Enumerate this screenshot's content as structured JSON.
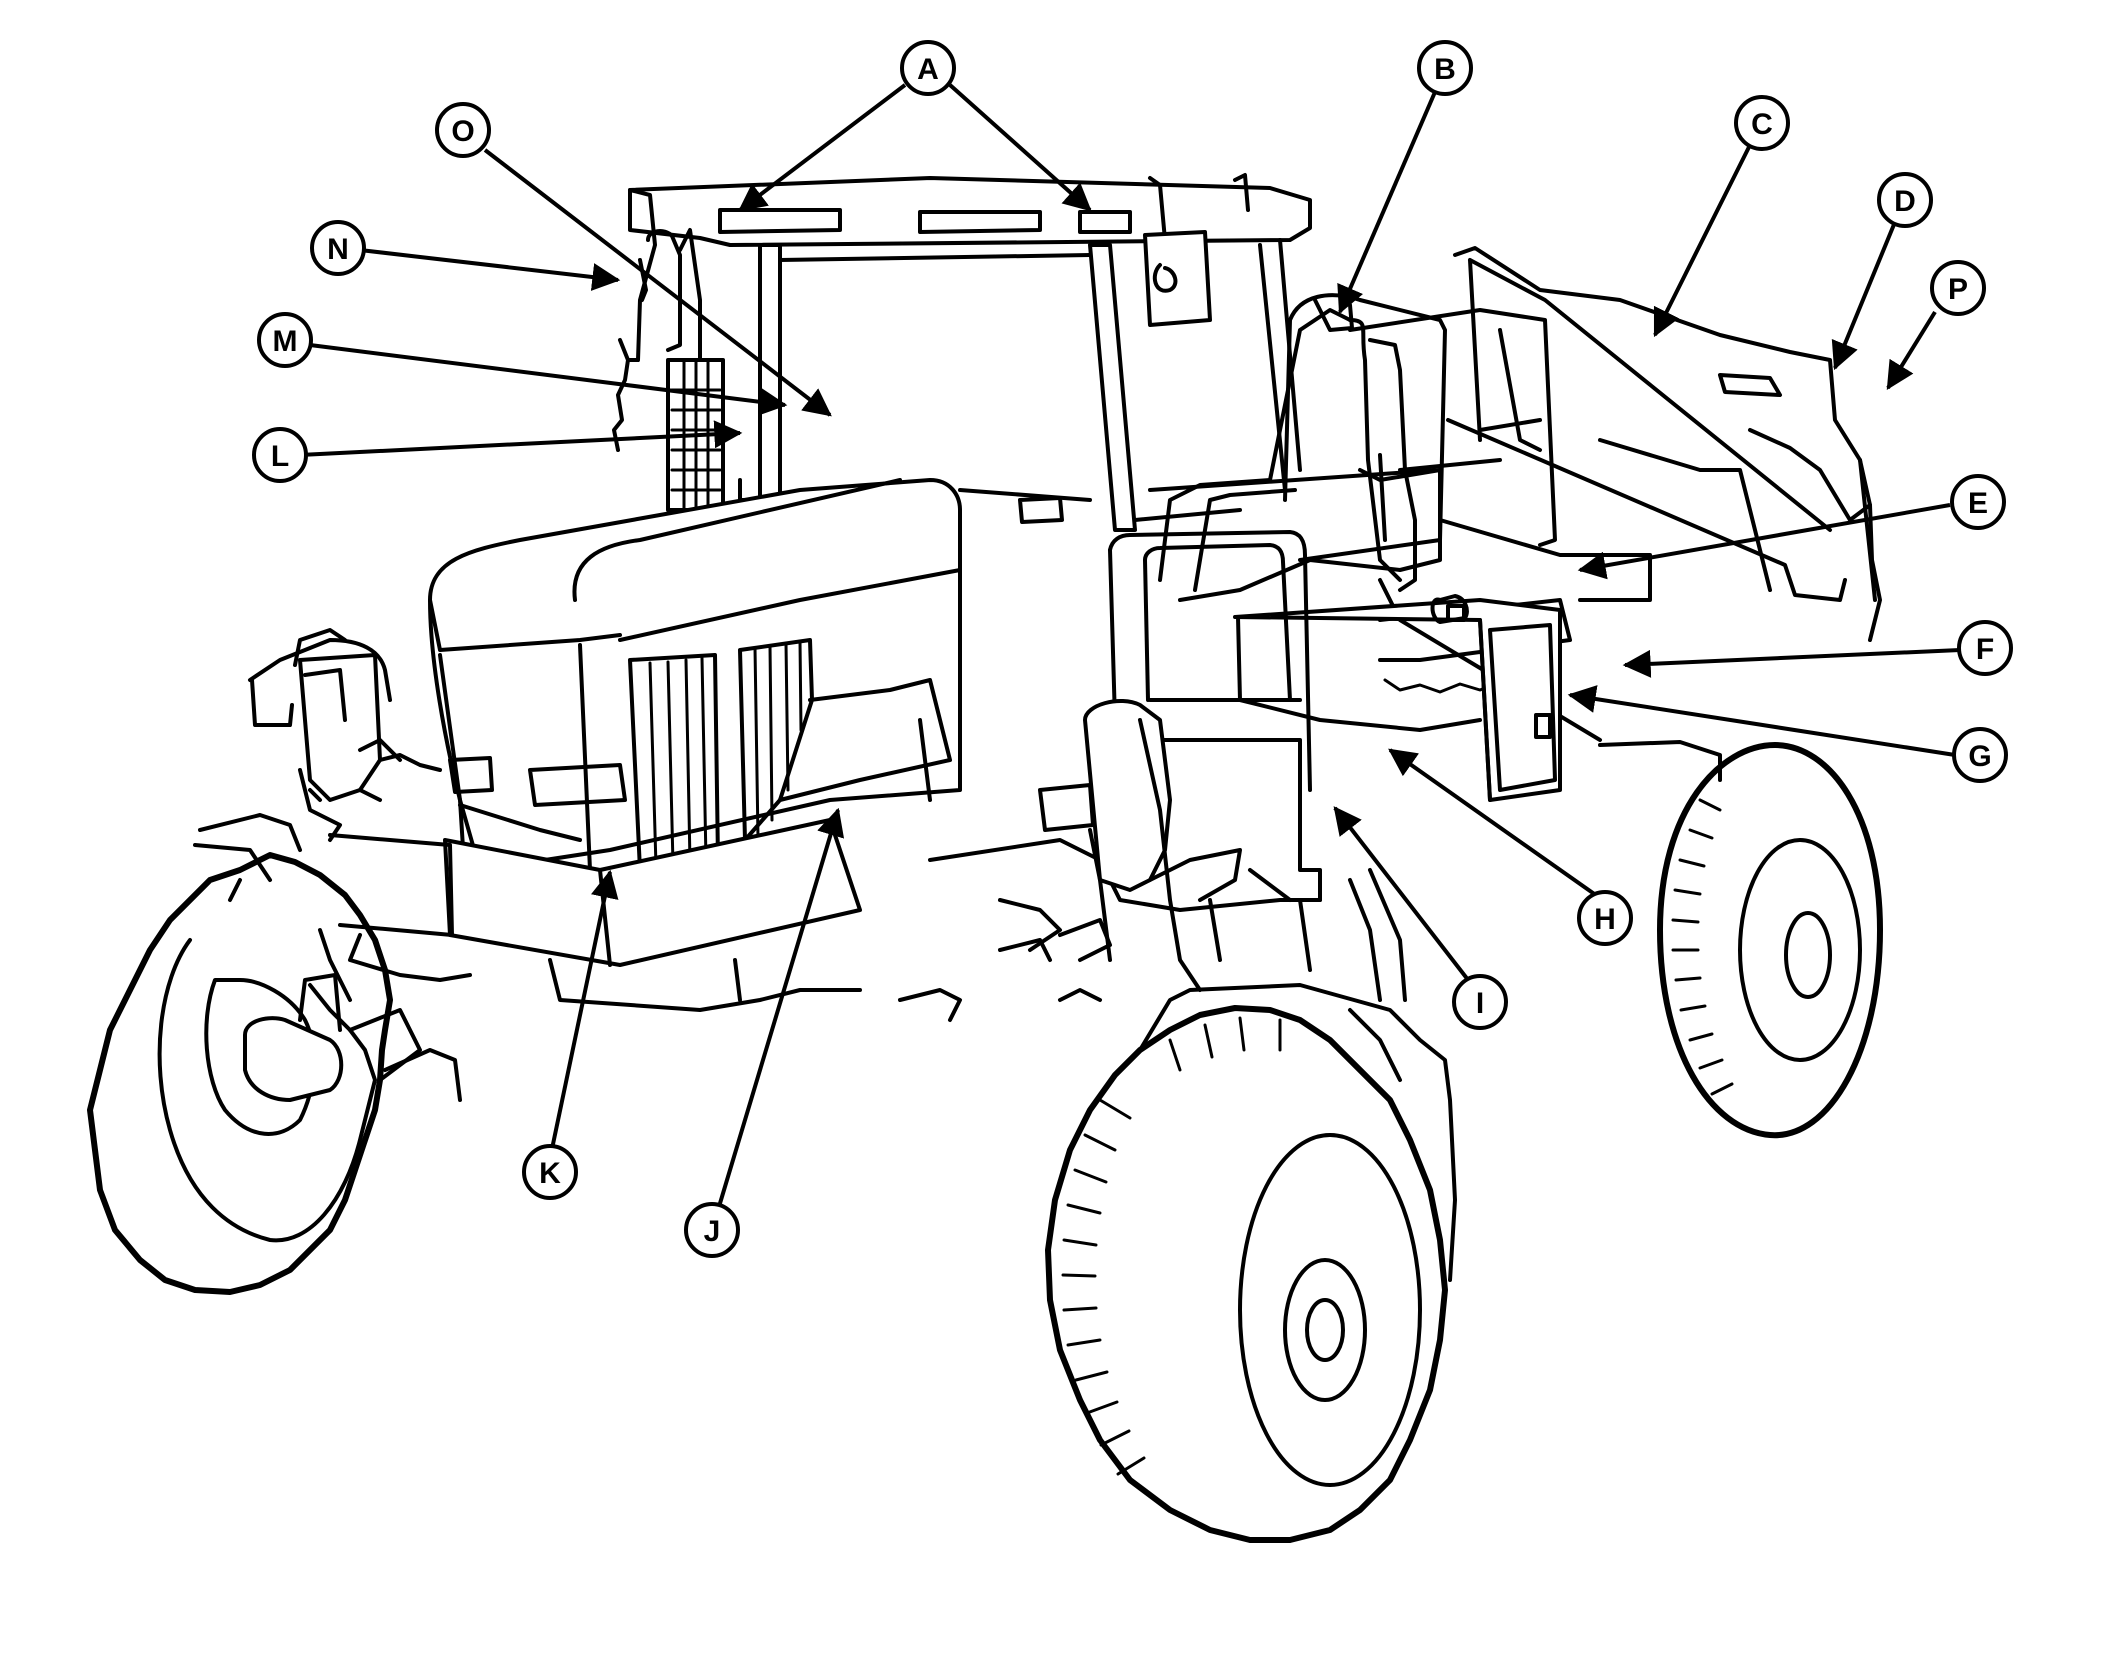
{
  "callouts": {
    "A": "A",
    "B": "B",
    "C": "C",
    "D": "D",
    "E": "E",
    "F": "F",
    "G": "G",
    "H": "H",
    "I": "I",
    "J": "J",
    "K": "K",
    "L": "L",
    "M": "M",
    "N": "N",
    "O": "O",
    "P": "P"
  }
}
